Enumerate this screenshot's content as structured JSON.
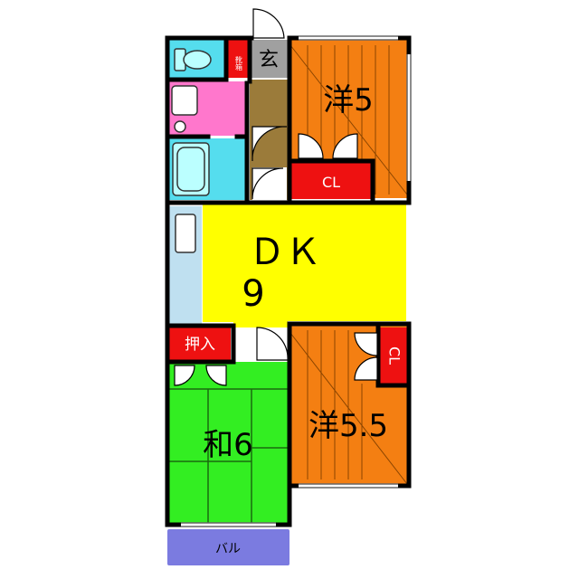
{
  "floorplan": {
    "rooms": {
      "western_5": {
        "label": "洋5",
        "color": "#f47f12"
      },
      "western_5_5": {
        "label": "洋5.5",
        "color": "#f47f12"
      },
      "japanese_6": {
        "label": "和6",
        "color": "#33ee22"
      },
      "dk": {
        "label_top": "ＤＫ",
        "label_bottom": "9",
        "color": "#ffff00"
      },
      "entrance": {
        "label": "玄",
        "color": "#a0a0a0"
      },
      "closet_west5": {
        "label": "CL",
        "color": "#ee1111"
      },
      "closet_west55": {
        "label": "CL",
        "color": "#ee1111"
      },
      "oshiire": {
        "label": "押入",
        "color": "#ee1111"
      },
      "shoe_box": {
        "label": "靴箱",
        "color": "#ee1111"
      },
      "balcony": {
        "label": "バル",
        "color": "#7b7be0"
      },
      "toilet": {
        "color": "#55ddee"
      },
      "washroom": {
        "color": "#ff77cc"
      },
      "bathroom": {
        "color": "#55ddee"
      },
      "corridor": {
        "color": "#9b7b3a"
      },
      "kitchen_counter": {
        "color": "#bfe0f0"
      }
    }
  }
}
